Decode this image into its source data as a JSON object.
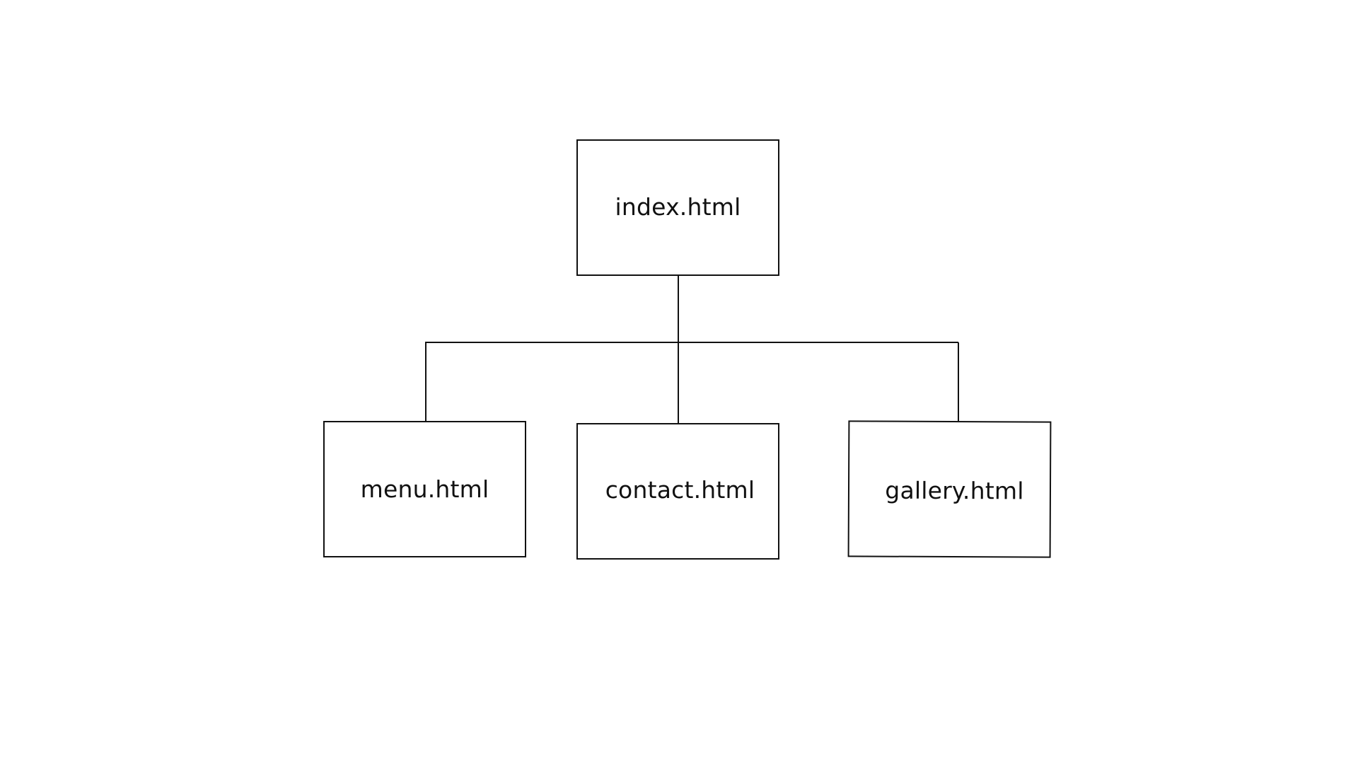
{
  "diagram": {
    "root": {
      "label": "index.html"
    },
    "children": [
      {
        "label": "menu.html"
      },
      {
        "label": "contact.html"
      },
      {
        "label": "gallery.html"
      }
    ],
    "colors": {
      "background": "#ffffff",
      "stroke": "#111111",
      "text": "#111111"
    }
  }
}
